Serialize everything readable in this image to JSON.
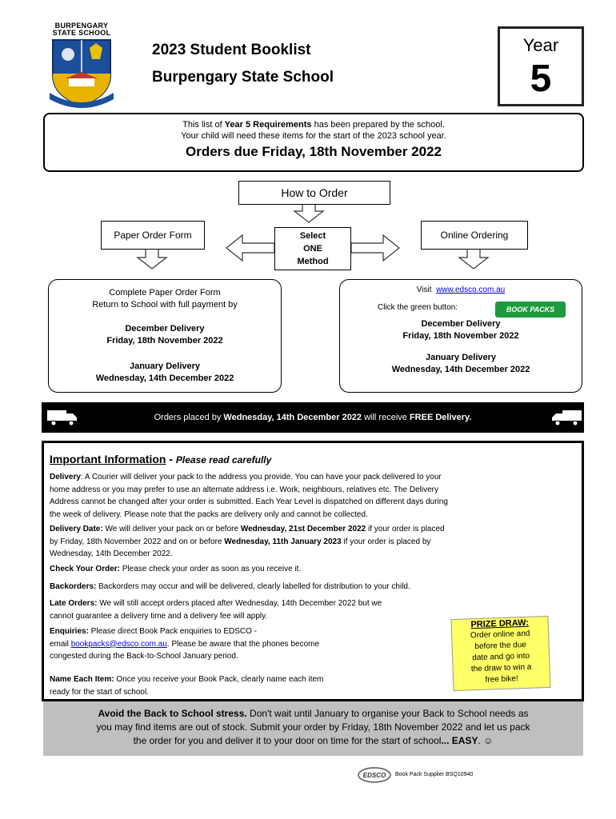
{
  "header": {
    "school_logo_text_1": "BURPENGARY",
    "school_logo_text_2": "STATE SCHOOL",
    "title": "2023 Student Booklist",
    "school": "Burpengary State School",
    "year_label": "Year",
    "year_number": "5"
  },
  "intro": {
    "line1_pre": "This list of ",
    "line1_bold": "Year 5 Requirements",
    "line1_post": " has been prepared by the school.",
    "line2": "Your child will need these items for the start of the 2023 school year.",
    "orders_due": "Orders due Friday, 18th  November 2022"
  },
  "flow": {
    "how_to_order": "How to Order",
    "paper_order_form": "Paper Order Form",
    "online_ordering": "Online Ordering",
    "select_1": "Select",
    "select_2": "ONE",
    "select_3": "Method"
  },
  "paper_card": {
    "line1": "Complete Paper Order Form",
    "line2": "Return to School with full payment by",
    "dec_label": "December Delivery",
    "dec_date": "Friday, 18th  November 2022",
    "jan_label": "January Delivery",
    "jan_date": "Wednesday, 14th  December 2022"
  },
  "online_card": {
    "visit": "Visit",
    "url": "www.edsco.com.au",
    "click_green": "Click the green button:",
    "button_text": "BOOK PACKS",
    "dec_label": "December Delivery",
    "dec_date": "Friday, 18th  November 2022",
    "jan_label": "January Delivery",
    "jan_date": "Wednesday, 14th  December 2022"
  },
  "delivery_bar": {
    "pre": "Orders placed by ",
    "bold_date": "Wednesday, 14th  December 2022",
    "mid": " will receive ",
    "bold_free": "FREE Delivery."
  },
  "important": {
    "title": "Important Information",
    "dash": " - ",
    "subtitle": "Please read carefully",
    "delivery_label": "Delivery",
    "delivery_text": ":  A Courier will deliver your pack to the address you provide.  You can have your pack delivered to your",
    "delivery_l2": "home address or you may prefer to use an alternate address i.e.  Work, neighbours, relatives etc. The Delivery",
    "delivery_l3": "Address cannot be changed after your order is submitted.  Each Year Level is dispatched on different days during",
    "delivery_l4": "the week of delivery.  Please note that the packs are delivery only and cannot be collected.",
    "date_label": "Delivery Date:",
    "date_t1": " We will deliver your pack on or before ",
    "date_b1": "Wednesday, 21st  December 2022",
    "date_t2": " if your order is placed",
    "date_l2a": "by Friday, 18th  November 2022 and on or before ",
    "date_b2": "Wednesday, 11th  January 2023",
    "date_l2b": " if your order is placed by",
    "date_l3": "Wednesday, 14th  December 2022.",
    "check_label": "Check Your Order:",
    "check_text": "  Please check your order as soon as you receive it.",
    "back_label": "Backorders:",
    "back_text": " Backorders may occur and will be delivered, clearly labelled for distribution to your child.",
    "late_label": "Late Orders:",
    "late_text": " We will still accept orders placed after  Wednesday, 14th  December 2022 but we",
    "late_l2": "cannot guarantee a delivery time and a delivery fee will apply.",
    "enq_label": "Enquiries:",
    "enq_text": "  Please direct Book Pack enquiries to EDSCO -",
    "enq_l2a": "email ",
    "enq_email": "bookpacks@edsco.com.au",
    "enq_l2b": ". Please be aware that the phones become",
    "enq_l3": "congested during the Back-to-School January period.",
    "name_label": "Name Each Item:",
    "name_text": " Once you receive your Book Pack, clearly name each item",
    "name_l2": " ready for the start of school."
  },
  "prize": {
    "title": "PRIZE DRAW:",
    "l1": "Order online and",
    "l2": "before the due",
    "l3": "date and go into",
    "l4": "the draw to win a",
    "l5": "free bike!"
  },
  "footer": {
    "bold": "Avoid the Back to School stress.",
    "t1": "  Don't wait until January to organise your Back to School needs as",
    "l2": "you may find items are out of stock.  Submit your order by Friday, 18th  November 2022 and let us pack",
    "l3a": "the order for you and deliver it to your door on time for the start of school",
    "l3b": "... EASY",
    "l3c": ". ☺",
    "supplier": "Book Pack Supplier  BSQ10940",
    "edsco_logo": "EDSCO"
  },
  "colors": {
    "link": "#0000cc",
    "green_button": "#1e9a3e",
    "prize_note": "#ffff66",
    "footer_grey": "#bfbfbf"
  }
}
